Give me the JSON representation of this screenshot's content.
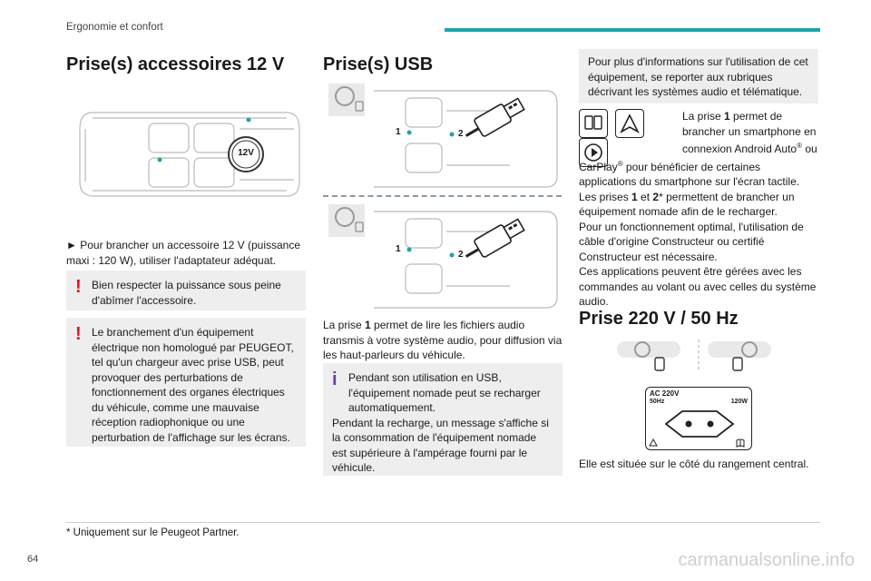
{
  "header": {
    "section": "Ergonomie et confort",
    "accent": "#1fa3a8"
  },
  "col1": {
    "title": "Prise(s) accessoires 12 V",
    "label_12v": "12V",
    "instruction": "► Pour brancher un accessoire 12 V (puissance maxi : 120 W), utiliser l'adaptateur adéquat.",
    "note1": {
      "first": "Bien respecter la puissance sous peine",
      "rest": "d'abîmer l'accessoire."
    },
    "note2": {
      "first": "Le branchement d'un équipement",
      "rest": "électrique non homologué par PEUGEOT, tel qu'un chargeur avec prise USB, peut provoquer des perturbations de fonctionnement des organes électriques du véhicule, comme une mauvaise réception radiophonique ou une perturbation de l'affichage sur les écrans."
    }
  },
  "col2": {
    "title": "Prise(s) USB",
    "label1": "1",
    "label2": "2",
    "text_pre": "La prise ",
    "text_bold": "1",
    "text_post": " permet de lire les fichiers audio transmis à votre système audio, pour diffusion via les haut-parleurs du véhicule.",
    "info": {
      "first": "Pendant son utilisation en USB,",
      "rest": "l'équipement nomade peut se recharger automatiquement.",
      "more": "Pendant la recharge, un message s'affiche si la consommation de l'équipement nomade est supérieure à l'ampérage fourni par le véhicule."
    }
  },
  "col3": {
    "info_box": "Pour plus d'informations sur l'utilisation de cet équipement, se reporter aux rubriques décrivant les systèmes audio et télématique.",
    "p1_a": "La prise ",
    "p1_b": "1",
    "p1_c": " permet de brancher un smartphone en connexion Android Auto",
    "p1_reg1": "®",
    "p1_d": " ou CarPlay",
    "p1_reg2": "®",
    "p1_e": " pour bénéficier de certaines applications du smartphone sur l'écran tactile.",
    "p2_a": "Les prises ",
    "p2_b": "1",
    "p2_c": " et ",
    "p2_d": "2",
    "p2_e": "* permettent de brancher un équipement nomade afin de le recharger.",
    "p3": "Pour un fonctionnement optimal, l'utilisation de câble d'origine Constructeur ou certifié Constructeur est nécessaire.",
    "p4": "Ces applications peuvent être gérées avec les commandes au volant ou avec celles du système audio.",
    "title2": "Prise 220 V / 50 Hz",
    "socket_l1": "AC 220V",
    "socket_l2": "50Hz",
    "socket_w": "120W",
    "location": "Elle est située sur le côté du rangement central."
  },
  "footnote": "* Uniquement sur le Peugeot Partner.",
  "page_number": "64",
  "watermark": "carmanualsonline.info"
}
